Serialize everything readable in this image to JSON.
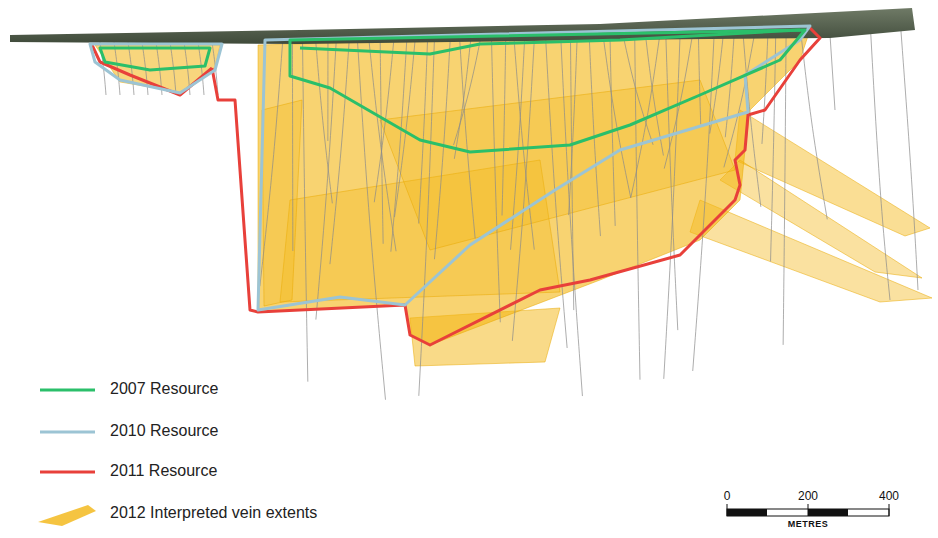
{
  "diagram": {
    "labels": [
      "0",
      "200",
      "400",
      "METRES"
    ],
    "legend": [
      {
        "text": "2007 Resource"
      },
      {
        "text": "2010 Resource"
      },
      {
        "text": "2011 Resource"
      },
      {
        "text": "2012 Interpreted vein extents"
      }
    ]
  }
}
